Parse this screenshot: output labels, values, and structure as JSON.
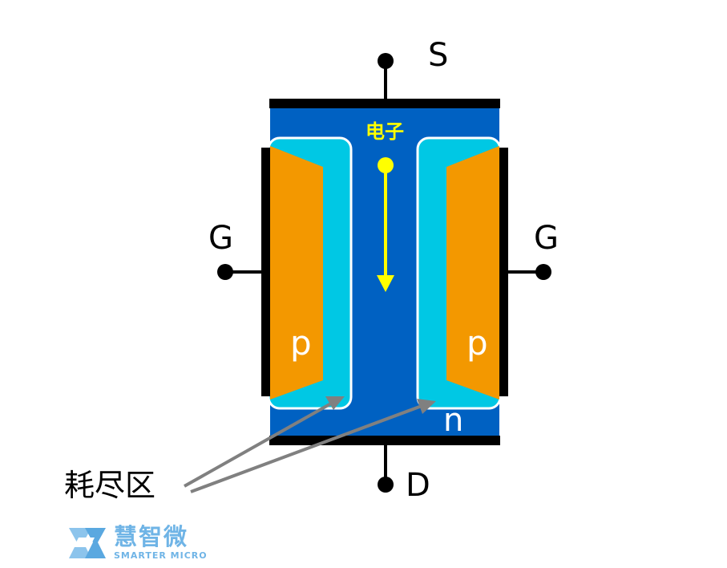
{
  "labels": {
    "source": "S",
    "drain": "D",
    "gate_left": "G",
    "gate_right": "G",
    "p_left": "p",
    "p_right": "p",
    "n_region": "n",
    "electron": "电子",
    "depletion": "耗尽区"
  },
  "logo": {
    "name_cn": "慧智微",
    "name_en": "SMARTER MICRO"
  },
  "colors": {
    "n_channel": "#0061c2",
    "depletion": "#00c8e4",
    "p_region": "#f39800",
    "electron": "#ffff00",
    "arrow": "#808080",
    "contact": "#000000"
  }
}
